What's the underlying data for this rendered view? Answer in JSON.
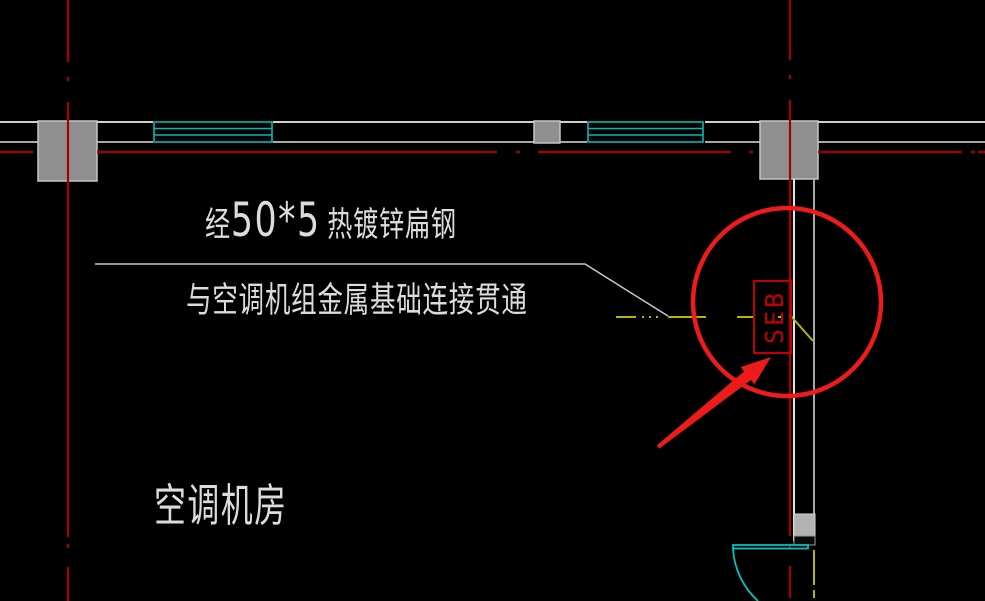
{
  "annotations": {
    "leader_note_prefix": "经",
    "leader_note_spec": "50*5",
    "leader_note_suffix": "热镀锌扁钢",
    "leader_note_line2": "与空调机组金属基础连接贯通",
    "room_label": "空调机房",
    "seb_box_label": "SEB"
  },
  "colors": {
    "background": "#000000",
    "wall_line": "#cfcfcf",
    "wall_line_dim": "#a8a8a8",
    "column_fill": "#8f8f8f",
    "column_stroke": "#c6c6c6",
    "window_cyan": "#00b9b9",
    "door_cyan": "#00c2c2",
    "axis_red": "#a40000",
    "seb_red": "#c00000",
    "highlight_red": "#ee1b1b",
    "bond_yellow": "#b6b600",
    "text_gray": "#dcdcdc",
    "leader_gray": "#c9c9c9"
  }
}
